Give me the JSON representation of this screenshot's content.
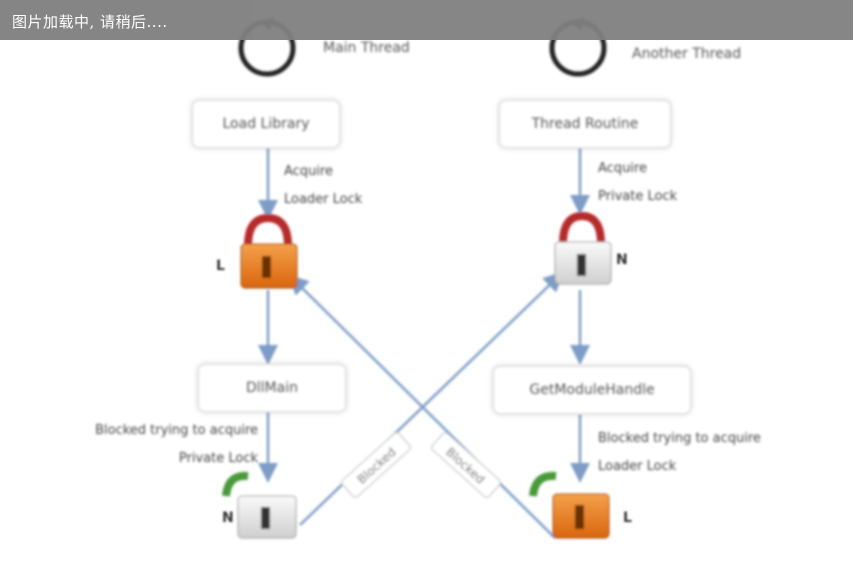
{
  "loading_bar": {
    "text": "图片加载中, 请稍后...."
  },
  "threads": {
    "left": {
      "label": "Main Thread"
    },
    "right": {
      "label": "Another Thread"
    }
  },
  "nodes": {
    "left_top": "Load Library",
    "right_top": "Thread Routine",
    "left_mid": "DllMain",
    "right_mid": "GetModuleHandle"
  },
  "edge_labels": {
    "left_acquire_1": "Acquire",
    "left_acquire_2": "Loader Lock",
    "right_acquire_1": "Acquire",
    "right_acquire_2": "Private Lock",
    "left_blocked_1": "Blocked trying to acquire",
    "left_blocked_2": "Private Lock",
    "right_blocked_1": "Blocked trying to acquire",
    "right_blocked_2": "Loader Lock",
    "cross_left": "Blocked",
    "cross_right": "Blocked"
  },
  "lock_letters": {
    "top_left": "L",
    "top_right": "N",
    "bottom_left": "N",
    "bottom_right": "L"
  },
  "colors": {
    "loader_lock": "#e8821e",
    "private_lock": "#e6e6e6",
    "shackle_red": "#b52a2a",
    "shackle_green": "#4a9a3a",
    "arrow": "#7d9cc6"
  }
}
